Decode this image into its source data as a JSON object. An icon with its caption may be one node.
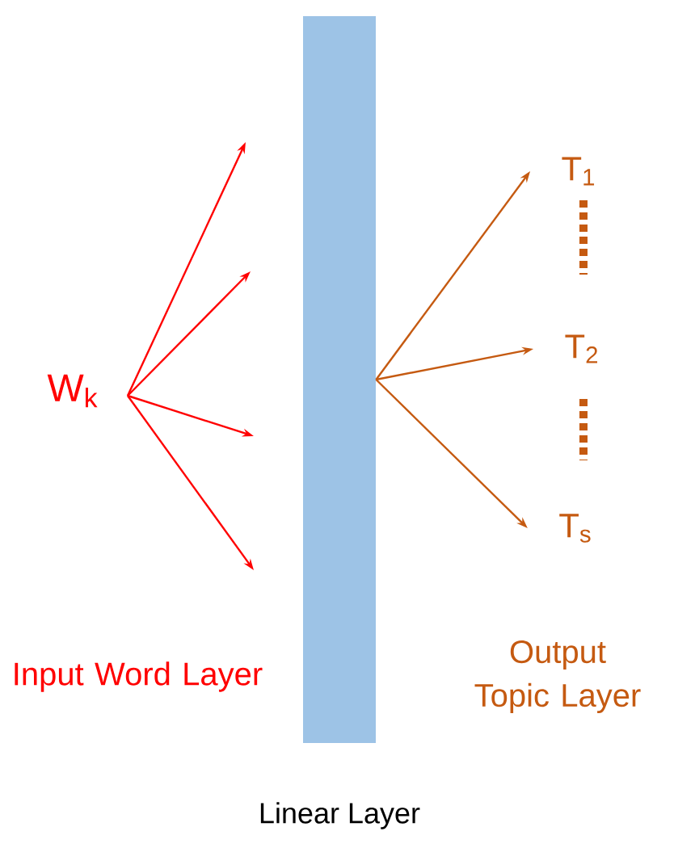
{
  "diagram": {
    "nodes": [
      {
        "text": [
          "W$_{k}$"
        ]
      },
      {
        "text": [
          "Linear Layer"
        ]
      },
      {
        "text": [
          "T$_{1}$"
        ]
      },
      {
        "text": [
          "T$_{2}$"
        ]
      },
      {
        "text": [
          "T$_{s}$"
        ]
      }
    ],
    "edges": [
      {
        "from": 0,
        "to": null,
        "arrow": "to"
      },
      {
        "from": 0,
        "to": null,
        "arrow": "to"
      },
      {
        "from": 0,
        "to": null,
        "arrow": "to"
      },
      {
        "from": 0,
        "to": null,
        "arrow": "to"
      },
      {
        "from": 1,
        "to": 2,
        "arrow": "to",
        "color": "#c55a11"
      },
      {
        "from": 1,
        "to": 3,
        "arrow": "to",
        "color": "#c55a11"
      },
      {
        "from": 1,
        "to": 4,
        "arrow": "to",
        "color": "#c55a11"
      }
    ],
    "labels": [
      "Input Word Layer",
      "Output Topic Layer"
    ]
  }
}
